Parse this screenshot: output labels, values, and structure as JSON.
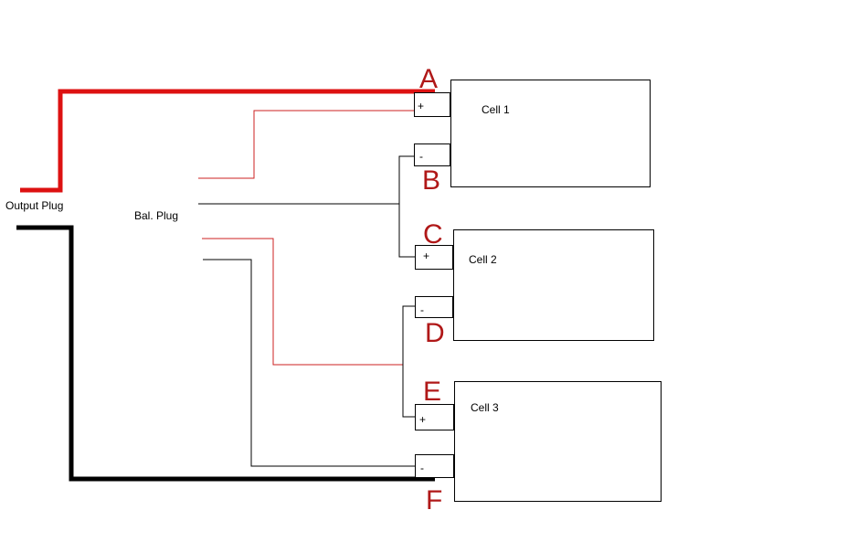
{
  "diagram": {
    "labels": {
      "output_plug": "Output Plug",
      "bal_plug": "Bal. Plug"
    },
    "cells": [
      {
        "name": "Cell 1",
        "pos_symbol": "+",
        "neg_symbol": "-"
      },
      {
        "name": "Cell 2",
        "pos_symbol": "+",
        "neg_symbol": "-"
      },
      {
        "name": "Cell 3",
        "pos_symbol": "+",
        "neg_symbol": "-"
      }
    ],
    "nodes": [
      "A",
      "B",
      "C",
      "D",
      "E",
      "F"
    ],
    "colors": {
      "positive_wire": "#dd1111",
      "negative_wire": "#000000",
      "balance_red": "#cc2222",
      "balance_black": "#000000",
      "node_letter": "#b01818"
    }
  }
}
